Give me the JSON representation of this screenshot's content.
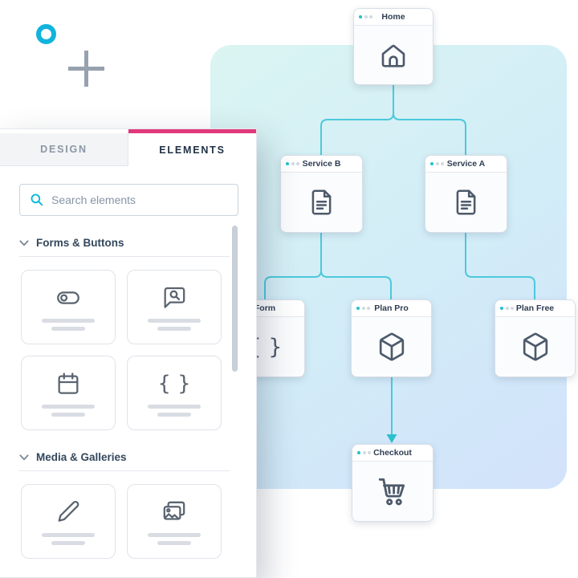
{
  "colors": {
    "accent_pink": "#e0397c",
    "decor_cyan": "#12b3dd",
    "connector_cyan": "#4cc9db",
    "arrow_teal": "#2cc0cd",
    "node_dot_teal": "#1fc3cf",
    "canvas_gradient_start": "#daf5f2",
    "canvas_gradient_end": "#d2e2fa"
  },
  "icons": {
    "braces_glyph": "{ }"
  },
  "panel": {
    "tabs": [
      {
        "id": "design",
        "label": "DESIGN",
        "active": false
      },
      {
        "id": "elements",
        "label": "ELEMENTS",
        "active": true
      }
    ],
    "search": {
      "placeholder": "Search elements",
      "icon": "search-icon",
      "value": ""
    },
    "sections": [
      {
        "title": "Forms & Buttons",
        "icon": "chevron-down-icon",
        "cards": [
          {
            "icon": "toggle-icon"
          },
          {
            "icon": "chat-search-icon"
          },
          {
            "icon": "calendar-icon"
          },
          {
            "icon": "braces-icon"
          }
        ]
      },
      {
        "title": "Media & Galleries",
        "icon": "chevron-down-icon",
        "cards": [
          {
            "icon": "pen-icon"
          },
          {
            "icon": "gallery-icon"
          }
        ]
      }
    ]
  },
  "flowchart": {
    "nodes": [
      {
        "id": "home",
        "label": "Home",
        "icon": "home-icon"
      },
      {
        "id": "service-b",
        "label": "Service B",
        "icon": "document-icon"
      },
      {
        "id": "service-a",
        "label": "Service A",
        "icon": "document-icon"
      },
      {
        "id": "form",
        "label": "Form",
        "icon": "braces-icon"
      },
      {
        "id": "plan-pro",
        "label": "Plan Pro",
        "icon": "box-icon"
      },
      {
        "id": "plan-free",
        "label": "Plan Free",
        "icon": "box-icon"
      },
      {
        "id": "checkout",
        "label": "Checkout",
        "icon": "cart-icon"
      }
    ],
    "edges": [
      {
        "from": "home",
        "to": "service-b"
      },
      {
        "from": "home",
        "to": "service-a"
      },
      {
        "from": "service-b",
        "to": "form"
      },
      {
        "from": "service-b",
        "to": "plan-pro"
      },
      {
        "from": "service-a",
        "to": "plan-free"
      },
      {
        "from": "plan-pro",
        "to": "checkout",
        "arrow": true
      }
    ]
  }
}
